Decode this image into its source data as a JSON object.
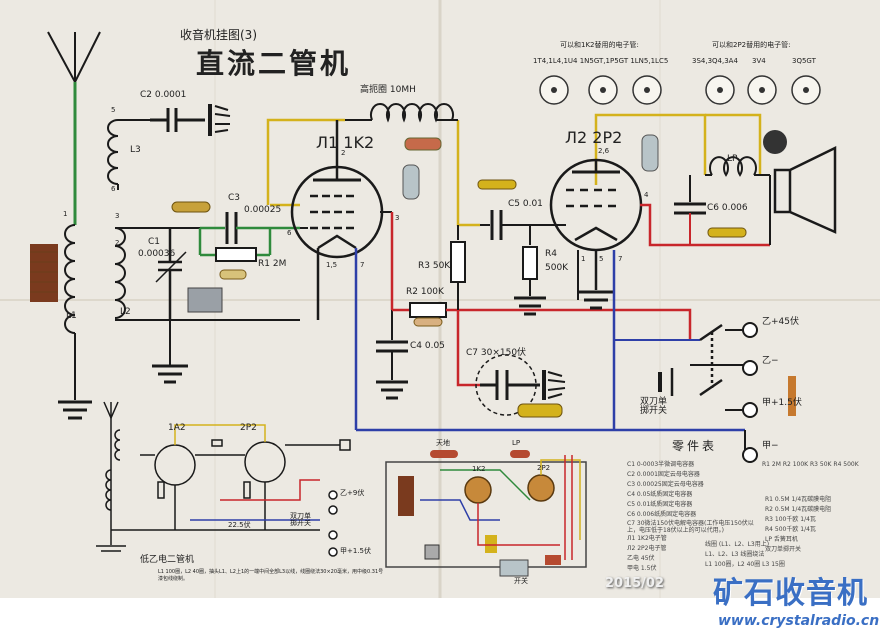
{
  "header": {
    "series_label": "收音机挂图(3)",
    "title": "直流二管机"
  },
  "tube_panel": {
    "left_caption": "可以和1K2替用的电子管:",
    "right_caption": "可以和2P2替用的电子管:",
    "left_models": "1T4,1L4,1U4  1N5GT,1P5GT 1LN5,1LC5",
    "right_models": [
      "3S4,3Q4,3A4",
      "3V4",
      "3Q5GT"
    ]
  },
  "main_schematic": {
    "tube1_label": "Л1 1K2",
    "tube2_label": "Л2 2P2",
    "choke_label": "高扼圈 10MH",
    "c2": "C2 0.0001",
    "l3": "L3",
    "c3": "C3",
    "c3_value": "0.00025",
    "c1": "C1",
    "c1_value": "0.00036",
    "r1": "R1 2M",
    "l1": "L1",
    "l2": "L2",
    "c5": "C5 0.01",
    "r3": "R3 50K",
    "r4": "R4",
    "r4_value": "500K",
    "r2": "R2 100K",
    "c4": "C4 0.05",
    "c7": "C7 30×150伏",
    "c6": "C6 0.006",
    "lp": "LP",
    "pins": [
      "5",
      "6",
      "1",
      "3",
      "2",
      "4",
      "6",
      "2",
      "3",
      "1,5",
      "7",
      "2,6",
      "4",
      "1",
      "5",
      "7"
    ],
    "switch_label": "双刀单掷开关",
    "b_plus_45": "乙+45伏",
    "b_minus": "乙−",
    "a_plus_15": "甲+1.5伏",
    "a_minus": "甲−"
  },
  "mini_schematic": {
    "tube1": "1A2",
    "tube2": "2P2",
    "caption": "低乙电二管机",
    "note": "L1 100圈，L2 40圈，抽头L1、L2上1的一端中间全部L3以线，线圈绕法30×20毫米，用中级0.31号漆包线绕制。",
    "switch_label": "双刀单掷开关",
    "v25": "22.5伏",
    "b_plus": "乙+9伏",
    "a_plus": "甲+1.5伏"
  },
  "wiring_diagram": {
    "tube1": "1K2",
    "tube2": "2P2",
    "labels": [
      "天地",
      "LP",
      "开关"
    ]
  },
  "parts_list": {
    "title": "零件表",
    "lines": [
      "C1 0-0003半微调电容器",
      "C2 0.0001固定云母电容器",
      "C3 0.00025固定云母电容器",
      "C4 0.05纸质固定电容器",
      "C5 0.01纸质固定电容器",
      "C6 0.006纸质固定电容器",
      "C7 30微法150伏电解电容器(工作电压150伏以上，电压低于18伏以上的可以代用。)",
      "Л1 1K2电子管",
      "Л2 2P2电子管",
      "乙电 45伏",
      "甲电 1.5伏",
      "线圈 (L1、L2、L3用上)",
      "R1 2M",
      "R2 100K",
      "R3 50K",
      "R4 500K"
    ],
    "right_lines": [
      "R1 0.5M 1/4瓦碳膜电阻",
      "R2 0.5M 1/4瓦碳膜电阻",
      "R3 100千欧 1/4瓦",
      "R4 500千欧 1/4瓦",
      "LP 舌簧耳机",
      "双刀单掷开关",
      "L1、L2、L3 线圈绕法",
      "L1 100圈，L2 40圈 L3 15圈"
    ]
  },
  "watermark": {
    "brand": "矿石收音机",
    "site": "www.crystalradio.cn",
    "date": "2015/02"
  },
  "colors": {
    "paper": "#ece9e2",
    "yellow_wire": "#d4b21c",
    "green_wire": "#2f8a3c",
    "red_wire": "#c8262b",
    "blue_wire": "#2e3fa8",
    "ink": "#1a1a1a",
    "brand_blue": "#3a6fc4"
  }
}
